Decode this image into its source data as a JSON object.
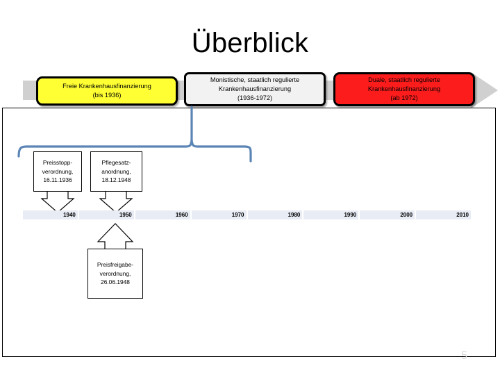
{
  "slide": {
    "title": "Überblick",
    "page_number": "5"
  },
  "colors": {
    "phase_free_fill": "#ffff33",
    "phase_monistic_fill": "#f2f2f2",
    "phase_dual_fill": "#fc1c1c",
    "arrow_gray": "#d0d0d0",
    "brace_blue": "#5b85b5",
    "timeline_segment": "#e8ecf5",
    "page_number_gray": "#d9d9d9"
  },
  "phases": [
    {
      "id": "free",
      "line1": "Freie Krankenhausfinanzierung",
      "line2": "(bis 1936)",
      "line3": ""
    },
    {
      "id": "monistic",
      "line1": "Monistische, staatlich regulierte",
      "line2": "Krankenhausfinanzierung",
      "line3": "(1936-1972)"
    },
    {
      "id": "dual",
      "line1": "Duale, staatlich regulierte",
      "line2": "Krankenhausfinanzierung",
      "line3": "(ab 1972)"
    }
  ],
  "callouts": [
    {
      "id": "preisstopp",
      "line1": "Preisstopp-",
      "line2": "verordnung,",
      "line3": "16.11.1936"
    },
    {
      "id": "pflegesatz",
      "line1": "Pflegesatz-",
      "line2": "anordnung,",
      "line3": "18.12.1948"
    },
    {
      "id": "preisfreigabe",
      "line1": "Preisfreigabe-",
      "line2": "verordnung,",
      "line3": "26.06.1948"
    }
  ],
  "timeline": {
    "labels": [
      "1940",
      "1950",
      "1960",
      "1970",
      "1980",
      "1990",
      "2000",
      "2010"
    ]
  }
}
